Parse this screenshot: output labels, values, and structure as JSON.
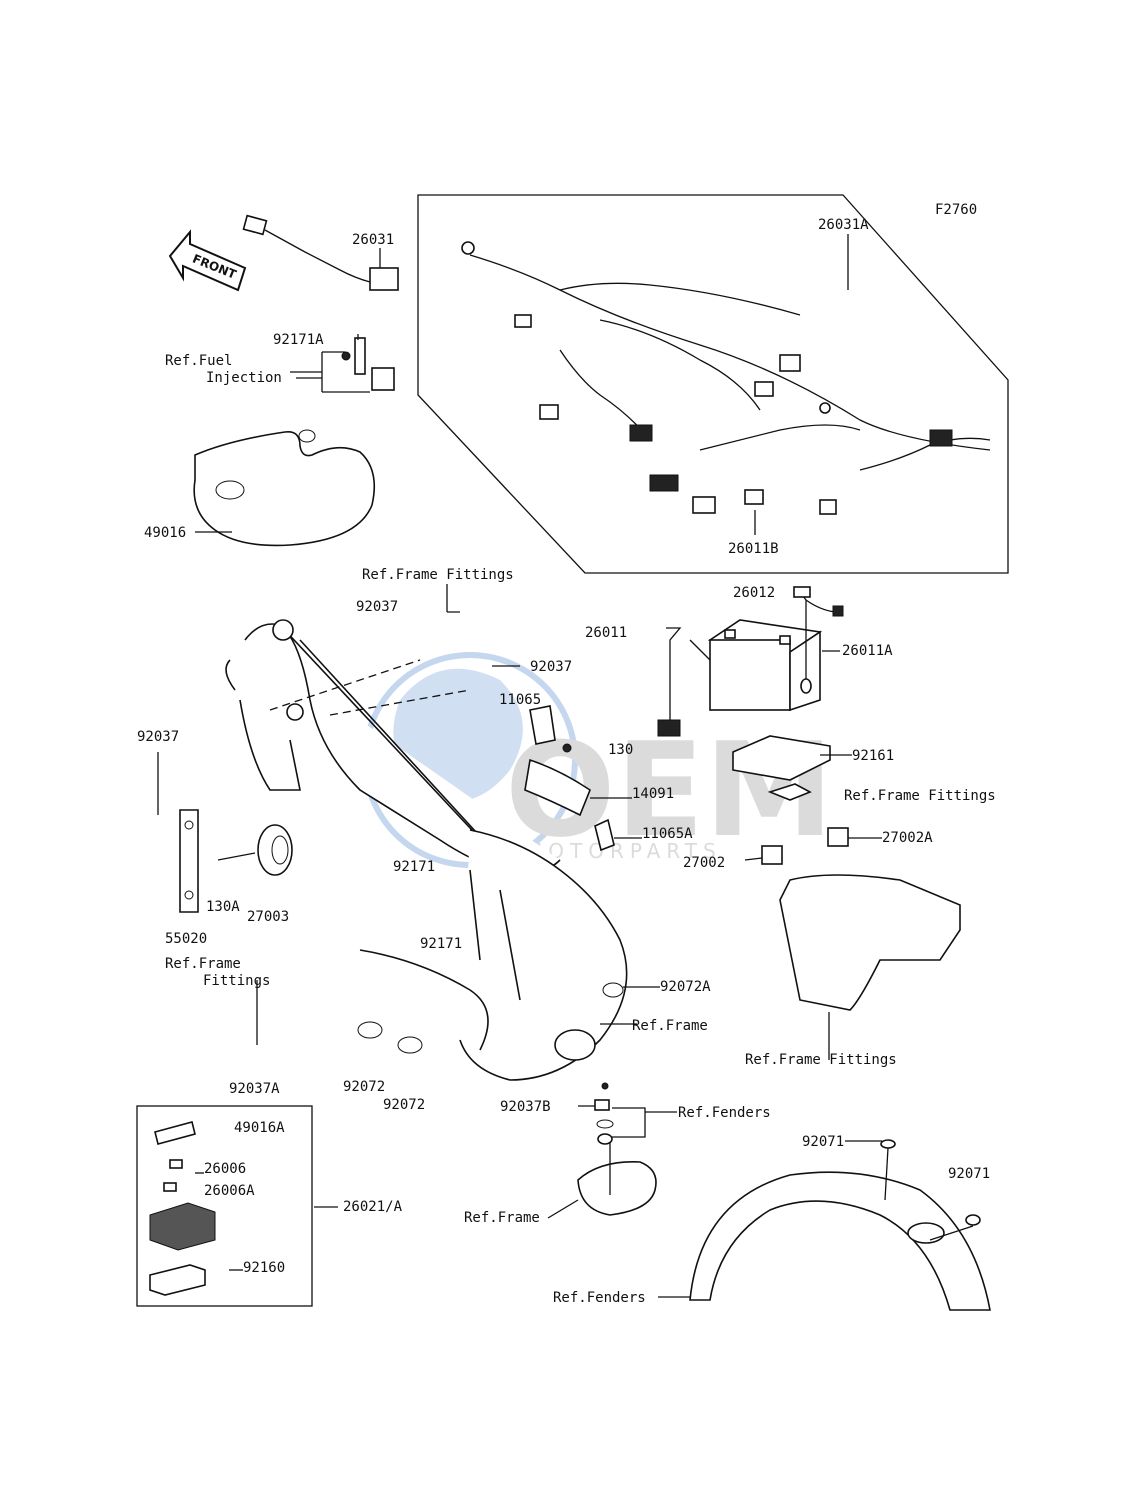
{
  "figure_code": "F2760",
  "front_label": "FRONT",
  "watermark": {
    "brand": "OEM",
    "sub": "MOTORPARTS"
  },
  "labels": [
    {
      "id": "l26031",
      "text": "26031"
    },
    {
      "id": "l26031A",
      "text": "26031A"
    },
    {
      "id": "l92171A",
      "text": "92171A"
    },
    {
      "id": "lRefFuel1",
      "text": "Ref.Fuel"
    },
    {
      "id": "lRefFuel2",
      "text": "Injection"
    },
    {
      "id": "l49016",
      "text": "49016"
    },
    {
      "id": "l26011B",
      "text": "26011B"
    },
    {
      "id": "lRefFF1",
      "text": "Ref.Frame Fittings"
    },
    {
      "id": "l92037a",
      "text": "92037"
    },
    {
      "id": "l92037b",
      "text": "92037"
    },
    {
      "id": "l92037c",
      "text": "92037"
    },
    {
      "id": "l26012",
      "text": "26012"
    },
    {
      "id": "l26011",
      "text": "26011"
    },
    {
      "id": "l26011A",
      "text": "26011A"
    },
    {
      "id": "l11065",
      "text": "11065"
    },
    {
      "id": "l130",
      "text": "130"
    },
    {
      "id": "l92161",
      "text": "92161"
    },
    {
      "id": "lRefFF2",
      "text": "Ref.Frame Fittings"
    },
    {
      "id": "l14091",
      "text": "14091"
    },
    {
      "id": "l11065A",
      "text": "11065A"
    },
    {
      "id": "l27002A",
      "text": "27002A"
    },
    {
      "id": "l27002",
      "text": "27002"
    },
    {
      "id": "l92171a",
      "text": "92171"
    },
    {
      "id": "l130A",
      "text": "130A"
    },
    {
      "id": "l27003",
      "text": "27003"
    },
    {
      "id": "l55020",
      "text": "55020"
    },
    {
      "id": "l92171b",
      "text": "92171"
    },
    {
      "id": "lRefFF3a",
      "text": "Ref.Frame"
    },
    {
      "id": "lRefFF3b",
      "text": "Fittings"
    },
    {
      "id": "l92072A",
      "text": "92072A"
    },
    {
      "id": "lRefFrame1",
      "text": "Ref.Frame"
    },
    {
      "id": "lRefFF4",
      "text": "Ref.Frame Fittings"
    },
    {
      "id": "l92037A",
      "text": "92037A"
    },
    {
      "id": "l92072a",
      "text": "92072"
    },
    {
      "id": "l92072b",
      "text": "92072"
    },
    {
      "id": "l92037B",
      "text": "92037B"
    },
    {
      "id": "lRefFenders1",
      "text": "Ref.Fenders"
    },
    {
      "id": "l49016A",
      "text": "49016A"
    },
    {
      "id": "l26006",
      "text": "26006"
    },
    {
      "id": "l26006A",
      "text": "26006A"
    },
    {
      "id": "l26021A",
      "text": "26021/A"
    },
    {
      "id": "l92160",
      "text": "92160"
    },
    {
      "id": "l92071a",
      "text": "92071"
    },
    {
      "id": "l92071b",
      "text": "92071"
    },
    {
      "id": "lRefFrame2",
      "text": "Ref.Frame"
    },
    {
      "id": "lRefFenders2",
      "text": "Ref.Fenders"
    }
  ]
}
